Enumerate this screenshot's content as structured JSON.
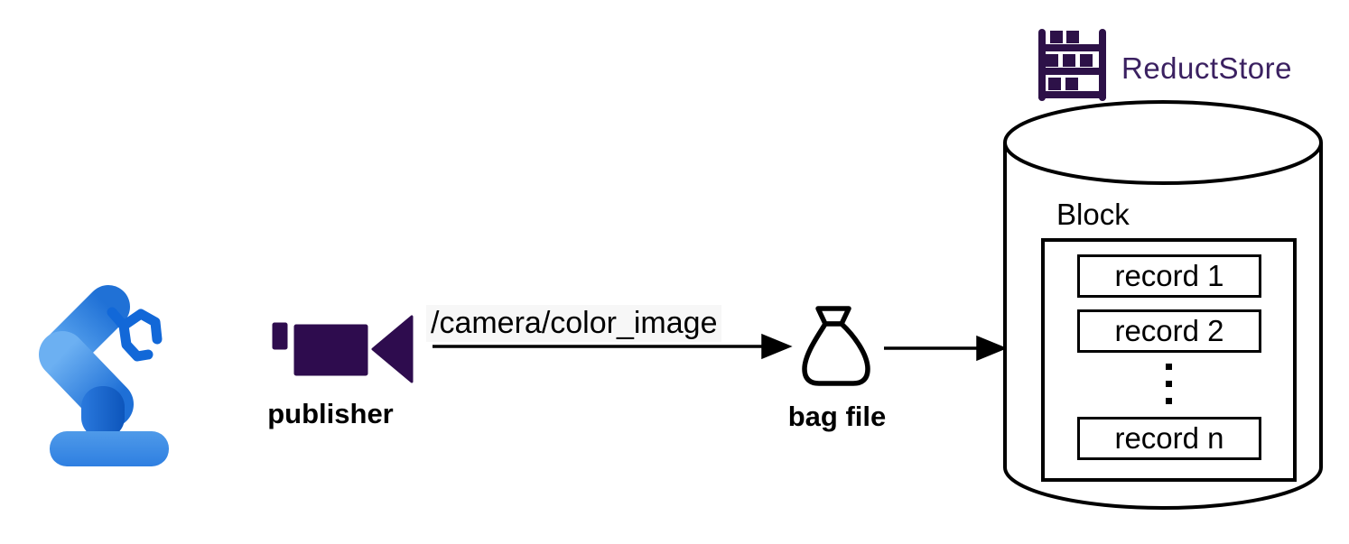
{
  "diagram_title": "ros-bag-to-reductstore-flow",
  "publisher": {
    "label": "publisher",
    "icon": "video-camera-icon",
    "icon_color": "#2e0c4e"
  },
  "topic": {
    "label": "/camera/color_image"
  },
  "bag": {
    "label": "bag file",
    "icon": "money-bag-icon",
    "icon_color": "#000000"
  },
  "robot": {
    "icon": "robot-arm-icon",
    "color_light": "#5ba8f0",
    "color_mid": "#2e7fe1",
    "color_dark": "#0d55bb"
  },
  "storage": {
    "brand": "ReductStore",
    "brand_color": "#3b2161",
    "logo_icon": "shelf-rack-icon",
    "logo_color": "#2d1148",
    "container_icon": "database-cylinder",
    "block_label": "Block",
    "records": [
      "record 1",
      "record 2",
      "record n"
    ],
    "ellipsis": "vertical-dots"
  },
  "arrows": {
    "publisher_to_bag": "right-arrow",
    "bag_to_storage": "right-arrow",
    "color": "#000000"
  }
}
